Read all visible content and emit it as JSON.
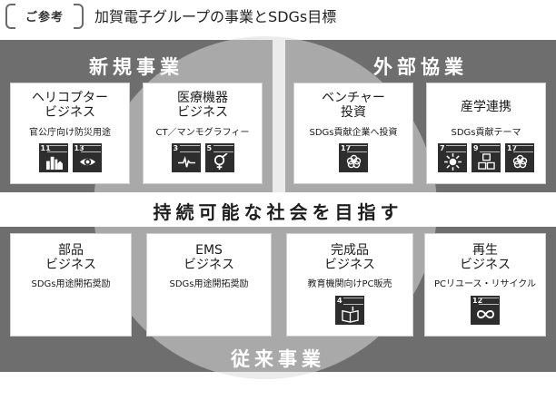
{
  "header": {
    "reference_label": "ご参考",
    "title": "加賀電子グループの事業とSDGs目標"
  },
  "sections": {
    "new_business": "新規事業",
    "external_collaboration": "外部協業",
    "traditional_business": "従来事業"
  },
  "center_message": "持続可能な社会を目指す",
  "cards": [
    {
      "name_line1": "ヘリコプター",
      "name_line2": "ビジネス",
      "detail": "官公庁向け防災用途",
      "sdg_goals": [
        11,
        13
      ]
    },
    {
      "name_line1": "医療機器",
      "name_line2": "ビジネス",
      "detail": "CT／マンモグラフィー",
      "sdg_goals": [
        3,
        5
      ]
    },
    {
      "name_line1": "ベンチャー",
      "name_line2": "投資",
      "detail": "SDGs貢献企業へ投資",
      "sdg_goals": [
        17
      ]
    },
    {
      "name_line1": "産学連携",
      "name_line2": "",
      "detail": "SDGs貢献テーマ",
      "sdg_goals": [
        7,
        9,
        17
      ]
    },
    {
      "name_line1": "部品",
      "name_line2": "ビジネス",
      "detail": "SDGs用途開拓奨励",
      "sdg_goals": []
    },
    {
      "name_line1": "EMS",
      "name_line2": "ビジネス",
      "detail": "SDGs用途開拓奨励",
      "sdg_goals": []
    },
    {
      "name_line1": "完成品",
      "name_line2": "ビジネス",
      "detail": "教育機関向けPC販売",
      "sdg_goals": [
        4
      ]
    },
    {
      "name_line1": "再生",
      "name_line2": "ビジネス",
      "detail": "PCリユース・リサイクル",
      "sdg_goals": [
        12
      ]
    }
  ],
  "colors": {
    "panel": "#6e6e6e",
    "circle": "#dadada",
    "sdg_tile": "#2d2d2d",
    "text": "#1a1a1a"
  }
}
